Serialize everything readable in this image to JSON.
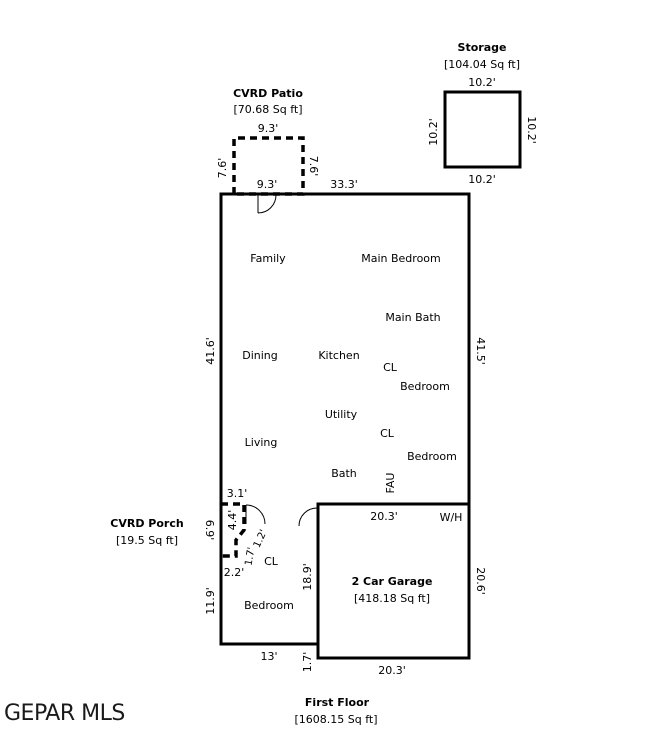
{
  "storage": {
    "title": "Storage",
    "area": "[104.04 Sq ft]",
    "dim_top": "10.2'",
    "dim_bottom": "10.2'",
    "dim_left": "10.2'",
    "dim_right": "10.2'"
  },
  "patio": {
    "title": "CVRD Patio",
    "area": "[70.68 Sq ft]",
    "dim_top": "9.3'",
    "dim_inner": "9.3'",
    "dim_left": "7.6'",
    "dim_right": "7.6'"
  },
  "main": {
    "dim_top": "33.3'",
    "dim_left": "41.6'",
    "dim_right": "41.5'",
    "dim_porch_top": "3.1'",
    "dim_porch_side": "6.9'",
    "dim_porch_inner": "4.4'",
    "dim_porch_diag1": "1.7'",
    "dim_porch_diag2": "1.2'",
    "dim_porch_bottom": "2.2'",
    "dim_lower_left": "11.9'",
    "dim_bottom": "13'",
    "dim_step": "1.7'"
  },
  "rooms": {
    "family": "Family",
    "main_bedroom": "Main Bedroom",
    "main_bath": "Main Bath",
    "dining": "Dining",
    "kitchen": "Kitchen",
    "cl1": "CL",
    "bedroom1": "Bedroom",
    "utility": "Utility",
    "cl2": "CL",
    "living": "Living",
    "bedroom2": "Bedroom",
    "bath": "Bath",
    "fau": "FAU",
    "wh": "W/H",
    "cl3": "CL",
    "bedroom3": "Bedroom"
  },
  "porch": {
    "title": "CVRD Porch",
    "area": "[19.5 Sq ft]"
  },
  "garage": {
    "title": "2 Car Garage",
    "area": "[418.18 Sq ft]",
    "dim_top": "20.3'",
    "dim_bottom": "20.3'",
    "dim_left": "18.9'",
    "dim_right": "20.6'"
  },
  "floor": {
    "title": "First Floor",
    "area": "[1608.15 Sq ft]"
  },
  "watermark": "GEPAR MLS"
}
